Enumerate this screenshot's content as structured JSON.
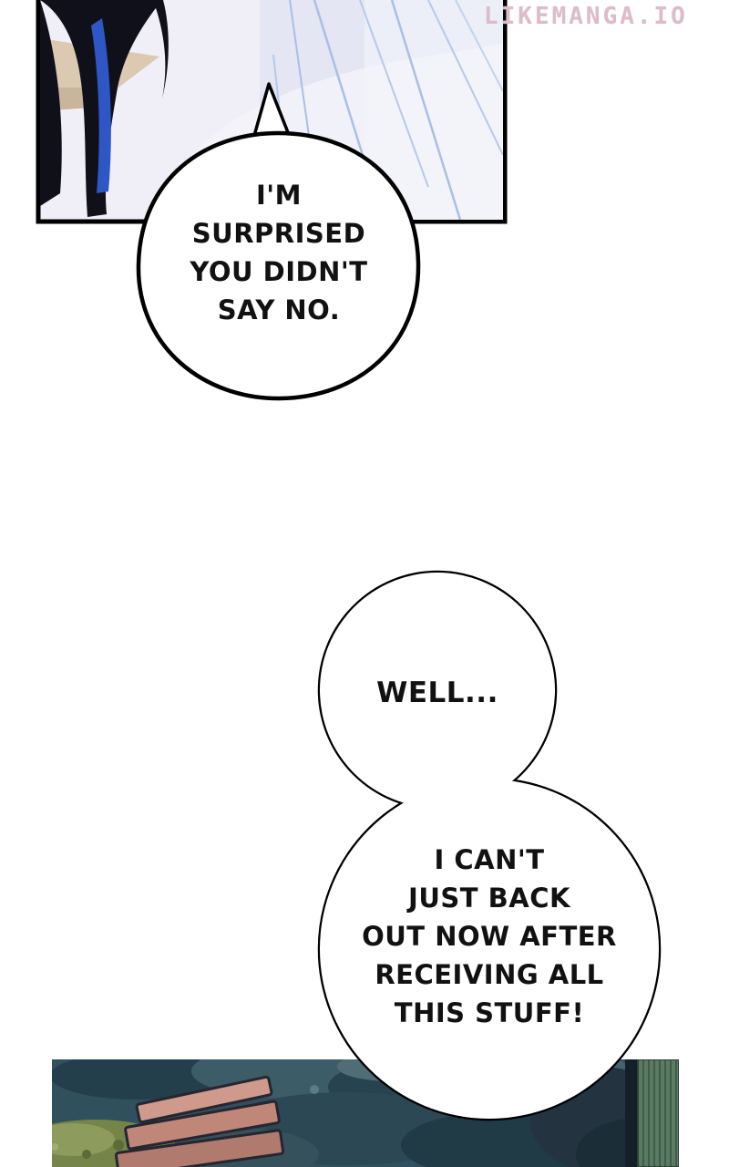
{
  "watermark": {
    "text": "LIKEMANGA.IO",
    "color": "#dcbccb"
  },
  "bubbles": [
    {
      "lines": [
        "I'M",
        "SURPRISED",
        "YOU DIDN'T",
        "SAY NO."
      ]
    },
    {
      "lines": [
        "WELL..."
      ]
    },
    {
      "lines": [
        "I CAN'T",
        "JUST BACK",
        "OUT NOW AFTER",
        "RECEIVING ALL",
        "THIS STUFF!"
      ]
    }
  ],
  "colors": {
    "page_background": "#ffffff",
    "bubble_fill": "#ffffff",
    "bubble_outline": "#000000",
    "bubble_text": "#111111",
    "panel_top_background": "#f0eff7",
    "panel_top_fold_lines": "#a9bfe4",
    "hair": "#10101a",
    "hair_highlight": "#2e56c4",
    "floor_wedge": "#dcc9b2",
    "panel_bottom_background": "#31505d",
    "moss": "#75854a",
    "bench_plank": "#c08778",
    "mat": "#5a7a62"
  }
}
